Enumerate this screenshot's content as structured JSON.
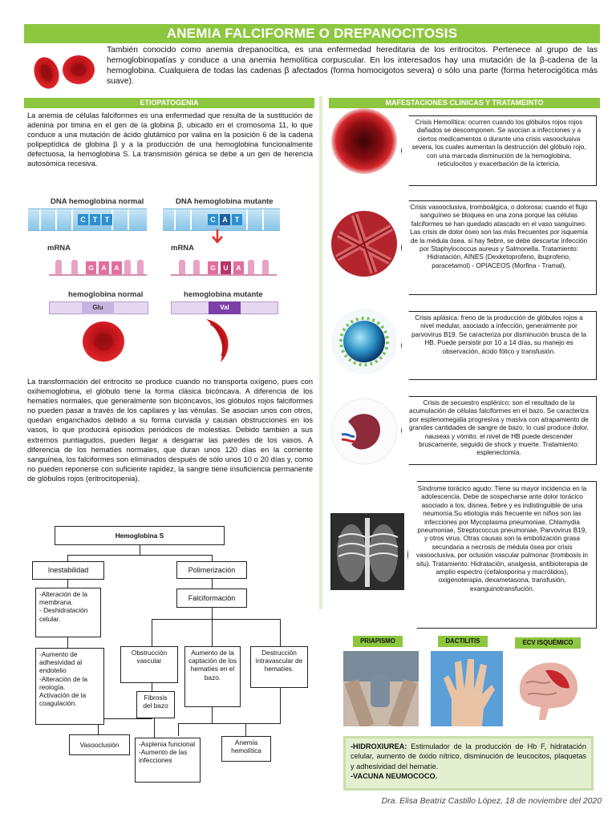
{
  "header": {
    "title": "ANEMIA FALCIFORME O DREPANOCITOSIS"
  },
  "intro": {
    "text": "También conocido como anemia drepanocítica, es una enfermedad hereditaria de los eritrocitos. Pertenece al grupo de las hemoglobinopatías y conduce a una anemia hemolítica corpuscular. En los interesados hay una mutación de la β-cadena de la hemoglobina. Cualquiera de todas las cadenas β afectados (forma homocigotos severa) o sólo una parte (forma heterocigótica más suave)."
  },
  "left": {
    "heading": "ETIOPATOGENIA",
    "paragraph1": "La anemia de células falciformes es una enfermedad que resulta de la sustitución de adenina por timina en el gen de la globina β, ubicado en el cromosoma 11, lo que conduce a una mutación de ácido glutámico por valina en la posición 6 de la cadena polipeptídica de globina β y a la producción de una hemoglobina funcionalmente defectuosa, la hemoglobina S. La transmisión génica se debe a un gen de herencia autosómica recesiva.",
    "paragraph2": "La transformación del eritrocito se produce cuando no transporta oxígeno, pues con oxihemoglobina, el glóbulo tiene la forma clásica bicóncava. A diferencia de los hematíes normales, que generalmente son bicóncavos, los glóbulos rojos falciformes no pueden pasar a través de los capilares y las vénulas. Se asocian unos con otros, quedan enganchados debido a su forma curvada y causan obstrucciones en los vasos, lo que producirá episodios periódicos de molestias. Debido también a sus extremos puntiagudos, pueden llegar a desgarrar las paredes de los vasos. A diferencia de los hematíes normales, que duran unos 120 días en la corriente sanguínea, los falciformes son eliminados después de sólo unos 10 o 20 días y, como no pueden reponerse con suficiente rapidez, la sangre tiene insuficiencia permanente de glóbulos rojos (eritrocitopenia)."
  },
  "gene_diagram": {
    "dna_normal": "DNA hemoglobina normal",
    "dna_mutant": "DNA hemoglobina mutante",
    "dna_normal_codons": [
      "C",
      "T",
      "T"
    ],
    "dna_mutant_codons": [
      "C",
      "A",
      "T"
    ],
    "mrna_label": "mRNA",
    "mrna_normal_bases": [
      "G",
      "A",
      "A"
    ],
    "mrna_mutant_bases": [
      "G",
      "U",
      "A"
    ],
    "hb_normal": "hemoglobina normal",
    "hb_mutant": "hemoglobina mutante",
    "aa_normal": "Glu",
    "aa_mutant": "Val"
  },
  "flowchart": {
    "root": "Hemoglobina S",
    "inestabilidad": "Inestabilidad",
    "polimerizacion": "Polimerización",
    "falciformacion": "Falciformación",
    "membrana": "-Alteración de la membrana.\n- Deshidratación celular.",
    "adhesividad": "-Aumento de adhesividad al endotelio\n-Alteración de la reología.\nActivación de la coagulación.",
    "obstruccion": "Obstrucción vascular",
    "captacion": "Aumento de la captación de los hematíes en el bazo.",
    "destruccion": "Destrucción intravascular de hematíes.",
    "fibrosis": "Fibrosis del bazo",
    "vasooclusion": "Vasooclusión",
    "asplenia": "-Asplenia funcional\n-Aumento de las infecciones",
    "anemia": "Anemia hemolítica"
  },
  "right": {
    "heading": "MAFESTACIONES CLINICAS Y TRATAMEINTO",
    "crisis_hemolitica": "Crisis Hemolítica: ocurren cuando los glóbulos rojos rojos dañados se descomponen. Se asocian a infecciones y a ciertos medicamentos o durante una crisis vasooclusiva severa, los cuales aumentan la destrucción del glóbulo rojo, con una marcada disminución de la hemoglobina, reticulocitos y exacerbación de la ictericia.",
    "crisis_vasooclusiva": "Crisis vasooclusiva, tromboálgica, o dolorosa: cuando el flujo sanguíneo se bloquea en una zona porque las células falciformes se han quedado atascado en el vaso sanguíneo. Las crisis de dolor óseo son las más frecuentes por isquemia de la médula ósea. si hay fiebre, se debe descartar infección por Staphylococcus aureus y Salmonella. Tratamiento: Hidratación, AINES (Dexketoprofeno, ibuprofeno, paracetamol) - OPIACEOS (Morfina - Tramal).",
    "crisis_aplasica": "Crisis aplásica: freno de la producción de glóbulos rojos a nivel medular, asociado a infección, generalmente por parvovirus B19. Se caracteriza por disminución brusca de la HB. Puede persistir por 10 a 14 días, su manejo es observación, ácido fólico y transfusión.",
    "crisis_secuestro": "Crisis de secuestro esplénico: son el resultado de la acumulación de células falciformes en el bazo. Se caracteriza por esplenomegalia progresiva y masiva con atrapamiento de grandes cantidades de sangre de bazo, lo cual produce dolor, nauseas y vómito. el nivel de HB puede descender bruscamente, seguido de shock y muerte. Tratamiento: esplenectomía.",
    "sindrome_toracico": "Síndrome torácico agudo: Tiene su mayor incidencia en la adolescencia. Debe de sospecharse ante dolor torácico asociado a tos, disnea, fiebre y es indistinguible de una neumonía.Su etiología más frecuente en niños son las infecciones por Mycoplasma pneumoniae, Chlamydia pneumoniae, Streptococcus pneumoniae, Parvovirus B19, y otros virus. Otras causas son la embolización grasa secundaria a necrosis de médula ósea por crisis vasooclusiva, por oclusión vascular pulmonar (trombosis in situ). Tratamiento: Hidratación, analgesia, antibioterapia de amplio espectro (cefalosporina y macrólidos), oxigenoterapia, dexametasona, transfusión, exanguinotransfución.",
    "tags": [
      "PRIAPISMO",
      "DACTILITIS",
      "ECV ISQUÉMICO"
    ],
    "treatment": {
      "hidroxiurea_label": "-HIDROXIUREA:",
      "hidroxiurea_text": " Estimulador de la producción de Hb F, hidratación celular, aumento de óxido nítrico, disminución de leucocitos, plaquetas y adhesividad del hematíe.",
      "vacuna": "-VACUNA NEUMOCOCO."
    }
  },
  "footer": {
    "signature": "Dra. Elisa Beatriz Castillo López, 18 de noviembre del 2020"
  },
  "colors": {
    "accent": "#8dc63f",
    "blood": "#c8161d"
  }
}
